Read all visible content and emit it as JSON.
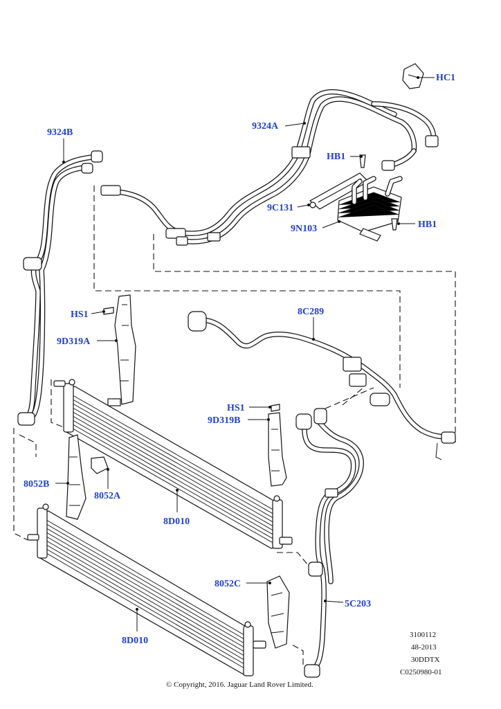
{
  "labels": {
    "hc1": "HC1",
    "pipe_9324a": "9324A",
    "pipe_9324b": "9324B",
    "hb1_top": "HB1",
    "hb1_bottom": "HB1",
    "bracket_9c131": "9C131",
    "cooler_9n103": "9N103",
    "hose_8c289": "8C289",
    "hs1_left": "HS1",
    "bracket_9d319a": "9D319A",
    "hs1_right": "HS1",
    "bracket_9d319b": "9D319B",
    "bracket_8052b": "8052B",
    "clip_8052a": "8052A",
    "radiator_8d010_upper": "8D010",
    "bracket_8052c": "8052C",
    "hose_5c203": "5C203",
    "radiator_8d010_lower": "8D010"
  },
  "reference": {
    "line1": "3100112",
    "line2": "48-2013",
    "line3": "30DDTX",
    "line4": "C0250980-01"
  },
  "copyright": "© Copyright, 2016. Jaguar Land Rover Limited.",
  "colors": {
    "label": "#1f3fd0",
    "line": "#111111",
    "background": "#ffffff"
  }
}
